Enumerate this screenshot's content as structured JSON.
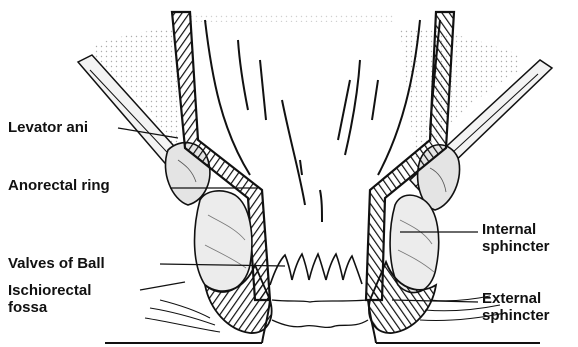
{
  "labels": {
    "levator_ani": "Levator ani",
    "anorectal_ring": "Anorectal ring",
    "valves_of_ball": "Valves of Ball",
    "ischiorectal_fossa": "Ischiorectal fossa",
    "internal_sphincter": "Internal sphincter",
    "external_sphincter": "External sphincter"
  },
  "colors": {
    "line": "#111111",
    "stipple": "#9a9a9a",
    "muscle_fill": "#e9e9e9",
    "background": "#ffffff"
  }
}
